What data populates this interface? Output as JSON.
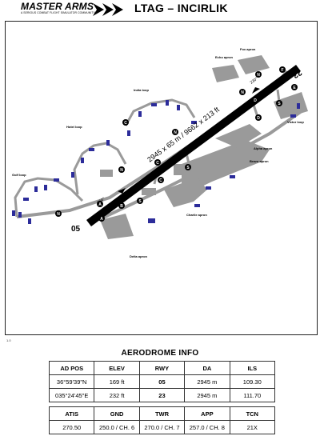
{
  "header": {
    "logo_text": "MASTER ARMS",
    "logo_subtitle": "A SERIOUS COMBAT FLIGHT SIMULATOR COMMUNITY",
    "title": "LTAG – INCIRLIK"
  },
  "map": {
    "runway_label": "2945 x 65 m / 9662 x 213 ft",
    "runway_ends": [
      "05",
      "23"
    ],
    "headings": [
      "050°",
      "230°"
    ],
    "aprons": [
      "Fox apron",
      "Echo apron",
      "Alpha apron",
      "Bravo apron",
      "Charlie apron",
      "Delta apron",
      "Victor loop"
    ],
    "loops": [
      "India loop",
      "Hotel loop",
      "Golf loop"
    ],
    "taxiways": [
      "N",
      "N",
      "N",
      "N",
      "N",
      "D",
      "D",
      "C",
      "C",
      "C",
      "B",
      "S",
      "S",
      "A",
      "A",
      "F",
      "E",
      "S"
    ]
  },
  "footer": {
    "version": "1.0"
  },
  "aerodrome": {
    "title": "AERODROME INFO",
    "table1": {
      "headers": [
        "AD POS",
        "ELEV",
        "RWY",
        "DA",
        "ILS"
      ],
      "rows": [
        [
          "36°59'39\"N",
          "169 ft",
          "05",
          "2945 m",
          "109.30"
        ],
        [
          "035°24'45\"E",
          "232 ft",
          "23",
          "2945 m",
          "111.70"
        ]
      ]
    },
    "table2": {
      "headers": [
        "ATIS",
        "GND",
        "TWR",
        "APP",
        "TCN"
      ],
      "row": [
        "270.50",
        "250.0 / CH. 6",
        "270.0 / CH. 7",
        "257.0 / CH. 8",
        "21X"
      ]
    }
  }
}
